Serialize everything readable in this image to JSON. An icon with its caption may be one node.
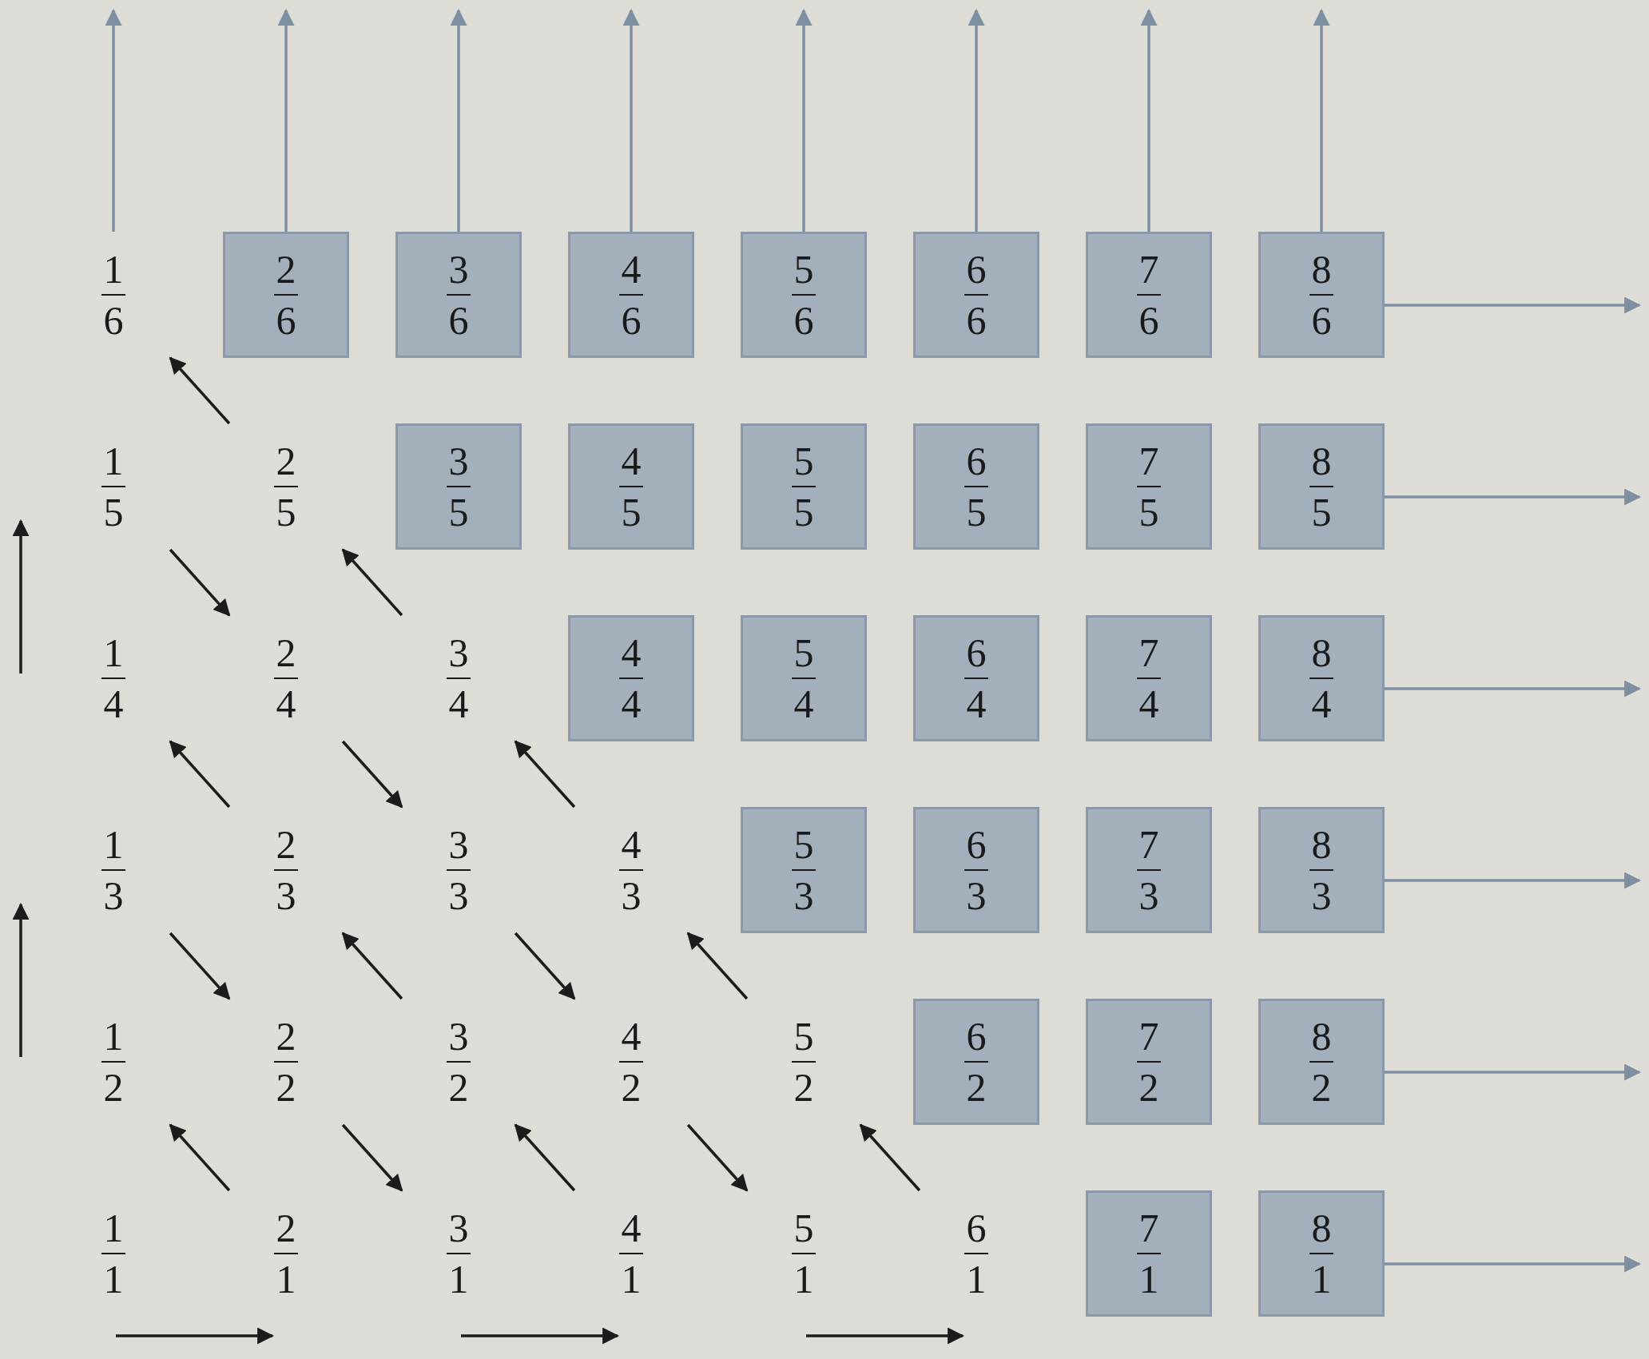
{
  "diagram": {
    "nodes": [
      {
        "text": [
          "1",
          "6"
        ]
      },
      {
        "text": [
          "2",
          "6"
        ]
      },
      {
        "text": [
          "3",
          "6"
        ]
      },
      {
        "text": [
          "4",
          "6"
        ]
      },
      {
        "text": [
          "5",
          "6"
        ]
      },
      {
        "text": [
          "6",
          "6"
        ]
      },
      {
        "text": [
          "7",
          "6"
        ]
      },
      {
        "text": [
          "8",
          "6"
        ]
      },
      {
        "text": [
          "1",
          "5"
        ]
      },
      {
        "text": [
          "2",
          "5"
        ]
      },
      {
        "text": [
          "3",
          "5"
        ]
      },
      {
        "text": [
          "4",
          "5"
        ]
      },
      {
        "text": [
          "5",
          "5"
        ]
      },
      {
        "text": [
          "6",
          "5"
        ]
      },
      {
        "text": [
          "7",
          "5"
        ]
      },
      {
        "text": [
          "8",
          "5"
        ]
      },
      {
        "text": [
          "1",
          "4"
        ]
      },
      {
        "text": [
          "2",
          "4"
        ]
      },
      {
        "text": [
          "3",
          "4"
        ]
      },
      {
        "text": [
          "4",
          "4"
        ]
      },
      {
        "text": [
          "5",
          "4"
        ]
      },
      {
        "text": [
          "6",
          "4"
        ]
      },
      {
        "text": [
          "7",
          "4"
        ]
      },
      {
        "text": [
          "8",
          "4"
        ]
      },
      {
        "text": [
          "1",
          "3"
        ]
      },
      {
        "text": [
          "2",
          "3"
        ]
      },
      {
        "text": [
          "3",
          "3"
        ]
      },
      {
        "text": [
          "4",
          "3"
        ]
      },
      {
        "text": [
          "5",
          "3"
        ]
      },
      {
        "text": [
          "6",
          "3"
        ]
      },
      {
        "text": [
          "7",
          "3"
        ]
      },
      {
        "text": [
          "8",
          "3"
        ]
      },
      {
        "text": [
          "1",
          "2"
        ]
      },
      {
        "text": [
          "2",
          "2"
        ]
      },
      {
        "text": [
          "3",
          "2"
        ]
      },
      {
        "text": [
          "4",
          "2"
        ]
      },
      {
        "text": [
          "5",
          "2"
        ]
      },
      {
        "text": [
          "6",
          "2"
        ]
      },
      {
        "text": [
          "7",
          "2"
        ]
      },
      {
        "text": [
          "8",
          "2"
        ]
      },
      {
        "text": [
          "1",
          "1"
        ]
      },
      {
        "text": [
          "2",
          "1"
        ]
      },
      {
        "text": [
          "3",
          "1"
        ]
      },
      {
        "text": [
          "4",
          "1"
        ]
      },
      {
        "text": [
          "5",
          "1"
        ]
      },
      {
        "text": [
          "6",
          "1"
        ]
      },
      {
        "text": [
          "7",
          "1"
        ]
      },
      {
        "text": [
          "8",
          "1"
        ]
      }
    ],
    "edges": [
      {
        "from": 40,
        "to": 41,
        "arrow": "to"
      },
      {
        "from": 41,
        "to": 32,
        "arrow": "to"
      },
      {
        "from": 32,
        "to": 24,
        "arrow": "to"
      },
      {
        "from": 24,
        "to": 33,
        "arrow": "to"
      },
      {
        "from": 33,
        "to": 42,
        "arrow": "to"
      },
      {
        "from": 42,
        "to": 43,
        "arrow": "to"
      },
      {
        "from": 43,
        "to": 34,
        "arrow": "to"
      },
      {
        "from": 34,
        "to": 25,
        "arrow": "to"
      },
      {
        "from": 25,
        "to": 16,
        "arrow": "to"
      },
      {
        "from": 16,
        "to": 8,
        "arrow": "to"
      },
      {
        "from": 8,
        "to": 17,
        "arrow": "to"
      },
      {
        "from": 17,
        "to": 26,
        "arrow": "to"
      },
      {
        "from": 26,
        "to": 35,
        "arrow": "to"
      },
      {
        "from": 35,
        "to": 44,
        "arrow": "to"
      },
      {
        "from": 44,
        "to": 45,
        "arrow": "to"
      },
      {
        "from": 45,
        "to": 36,
        "arrow": "to"
      },
      {
        "from": 36,
        "to": 27,
        "arrow": "to"
      },
      {
        "from": 27,
        "to": 18,
        "arrow": "to"
      },
      {
        "from": 18,
        "to": 9,
        "arrow": "to"
      },
      {
        "from": 9,
        "to": 0,
        "arrow": "to"
      },
      {
        "from": 0,
        "to": null,
        "arrow": "to",
        "color": "#7d8fa3"
      },
      {
        "from": 1,
        "to": null,
        "arrow": "to",
        "color": "#7d8fa3"
      },
      {
        "from": 2,
        "to": null,
        "arrow": "to",
        "color": "#7d8fa3"
      },
      {
        "from": 3,
        "to": null,
        "arrow": "to",
        "color": "#7d8fa3"
      },
      {
        "from": 4,
        "to": null,
        "arrow": "to",
        "color": "#7d8fa3"
      },
      {
        "from": 5,
        "to": null,
        "arrow": "to",
        "color": "#7d8fa3"
      },
      {
        "from": 6,
        "to": null,
        "arrow": "to",
        "color": "#7d8fa3"
      },
      {
        "from": 7,
        "to": null,
        "arrow": "to",
        "color": "#7d8fa3"
      },
      {
        "from": 7,
        "to": null,
        "arrow": "to",
        "color": "#7d8fa3"
      },
      {
        "from": 15,
        "to": null,
        "arrow": "to",
        "color": "#7d8fa3"
      },
      {
        "from": 23,
        "to": null,
        "arrow": "to",
        "color": "#7d8fa3"
      },
      {
        "from": 31,
        "to": null,
        "arrow": "to",
        "color": "#7d8fa3"
      },
      {
        "from": 39,
        "to": null,
        "arrow": "to",
        "color": "#7d8fa3"
      },
      {
        "from": 47,
        "to": null,
        "arrow": "to",
        "color": "#7d8fa3"
      }
    ]
  }
}
